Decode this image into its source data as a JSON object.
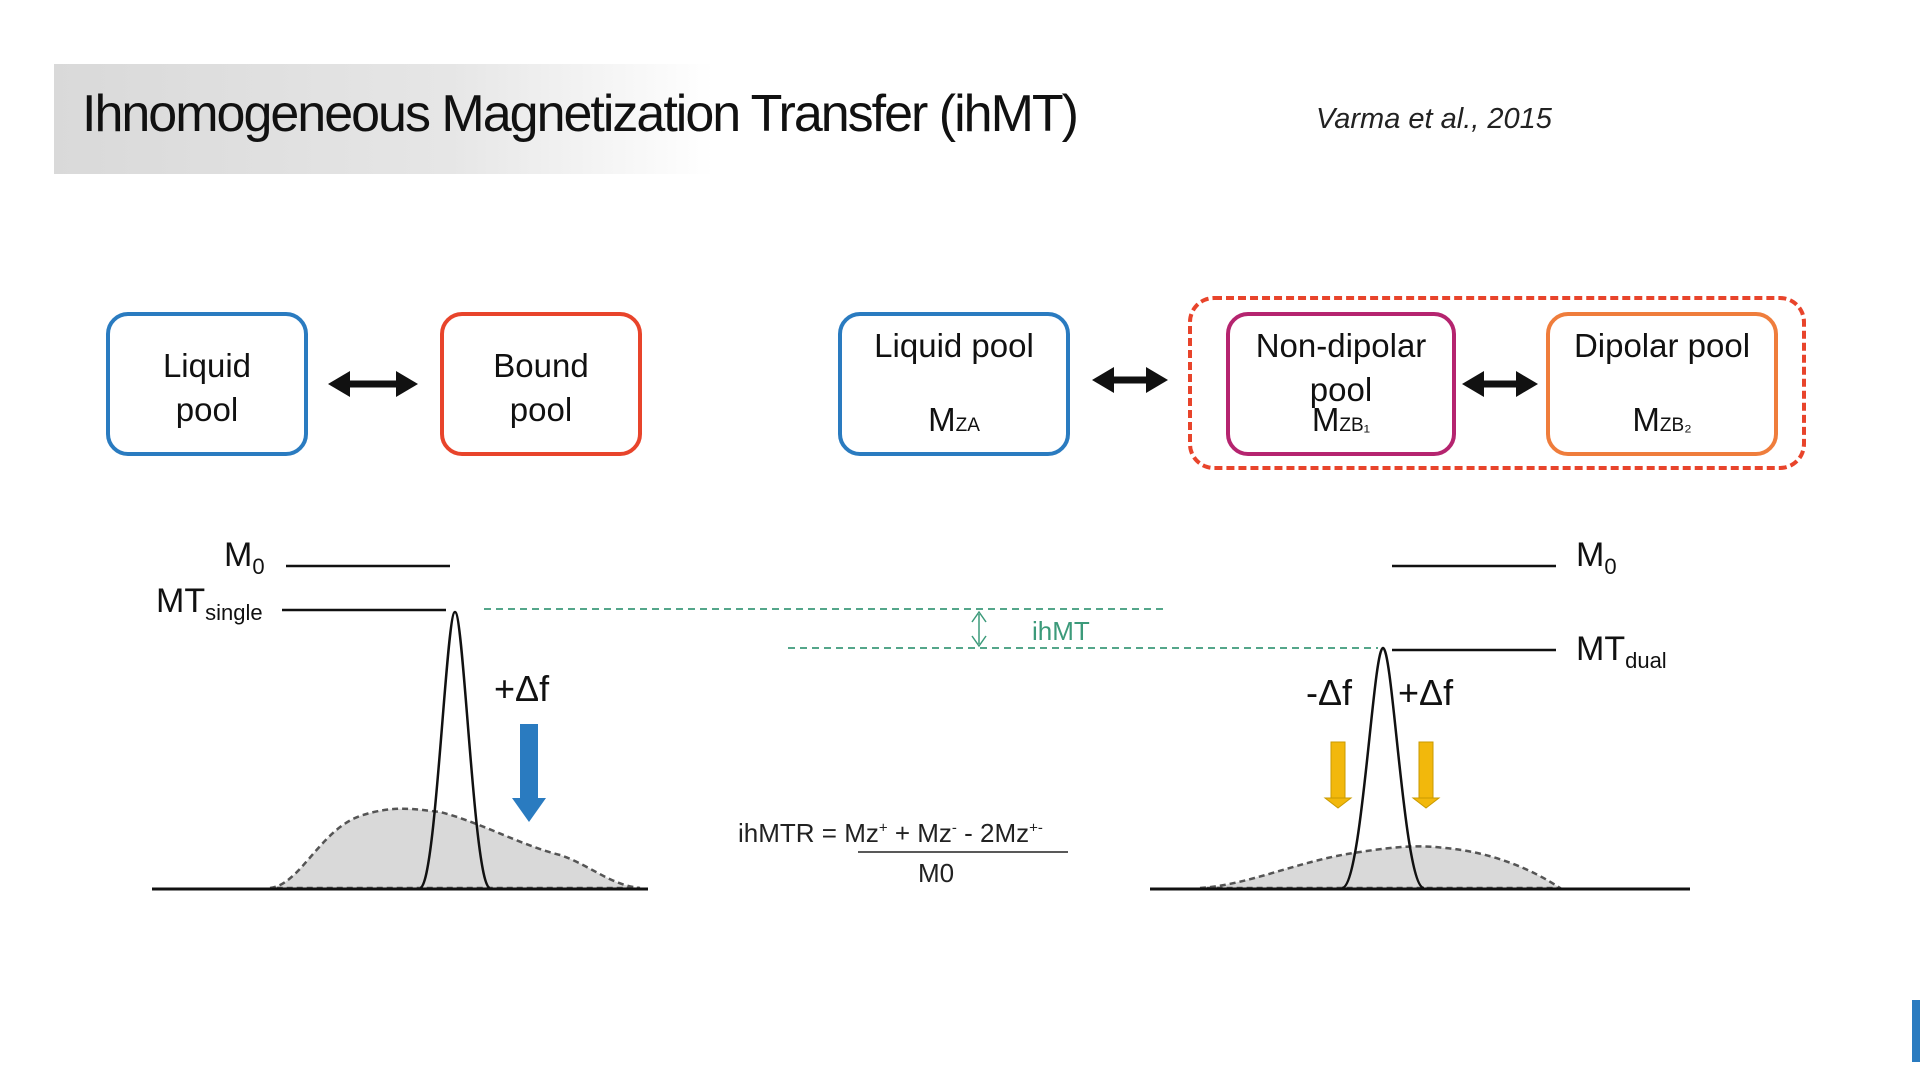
{
  "header": {
    "title": "Ihnomogeneous Magnetization Transfer (ihMT)",
    "citation": "Varma et al., 2015"
  },
  "left_model": {
    "liquid_pool": "Liquid pool",
    "liquid_pool_line1": "Liquid",
    "liquid_pool_line2": "pool",
    "bound_pool_line1": "Bound",
    "bound_pool_line2": "pool"
  },
  "right_model": {
    "liquid_pool": "Liquid pool",
    "liquid_pool_symbol": "M",
    "liquid_pool_subscript": "ZA",
    "non_dipolar_line1": "Non-dipolar",
    "non_dipolar_line2": "pool",
    "non_dipolar_symbol": "M",
    "non_dipolar_subscript": "ZB₁",
    "dipolar_pool": "Dipolar pool",
    "dipolar_symbol": "M",
    "dipolar_subscript": "ZB₂"
  },
  "left_plot": {
    "m0_label": "M",
    "m0_sub": "0",
    "mt_label": "MT",
    "mt_sub": "single",
    "freq_label": "+Δf"
  },
  "right_plot": {
    "m0_label": "M",
    "m0_sub": "0",
    "mt_label": "MT",
    "mt_sub": "dual",
    "neg_freq_label": "-Δf",
    "pos_freq_label": "+Δf"
  },
  "ihmt_label": "ihMT",
  "formula": {
    "lhs": "ihMTR = ",
    "t1": "Mz",
    "s1": "+",
    "t2": " + Mz",
    "s2": "-",
    "t3": " - 2Mz",
    "s3": "+-",
    "denominator": "M0"
  },
  "colors": {
    "blue": "#2a7bc0",
    "red_orange": "#e8442b",
    "magenta": "#b5246f",
    "orange": "#ef7d3c",
    "yellow": "#f2b80c",
    "teal": "#3c9a7a"
  }
}
